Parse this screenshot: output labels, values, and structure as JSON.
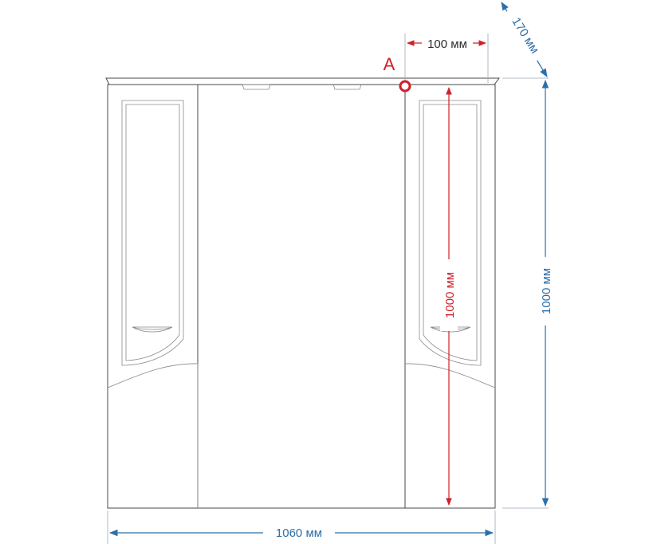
{
  "dimensions": {
    "width": "1060 мм",
    "height": "1000 мм",
    "depth": "170 мм",
    "offset": "100 мм",
    "mount_height": "1000 мм"
  },
  "point_label": "A",
  "colors": {
    "dimension_blue": "#2d6fa8",
    "mount_red": "#d0202a",
    "outline": "#4a4a4a"
  }
}
